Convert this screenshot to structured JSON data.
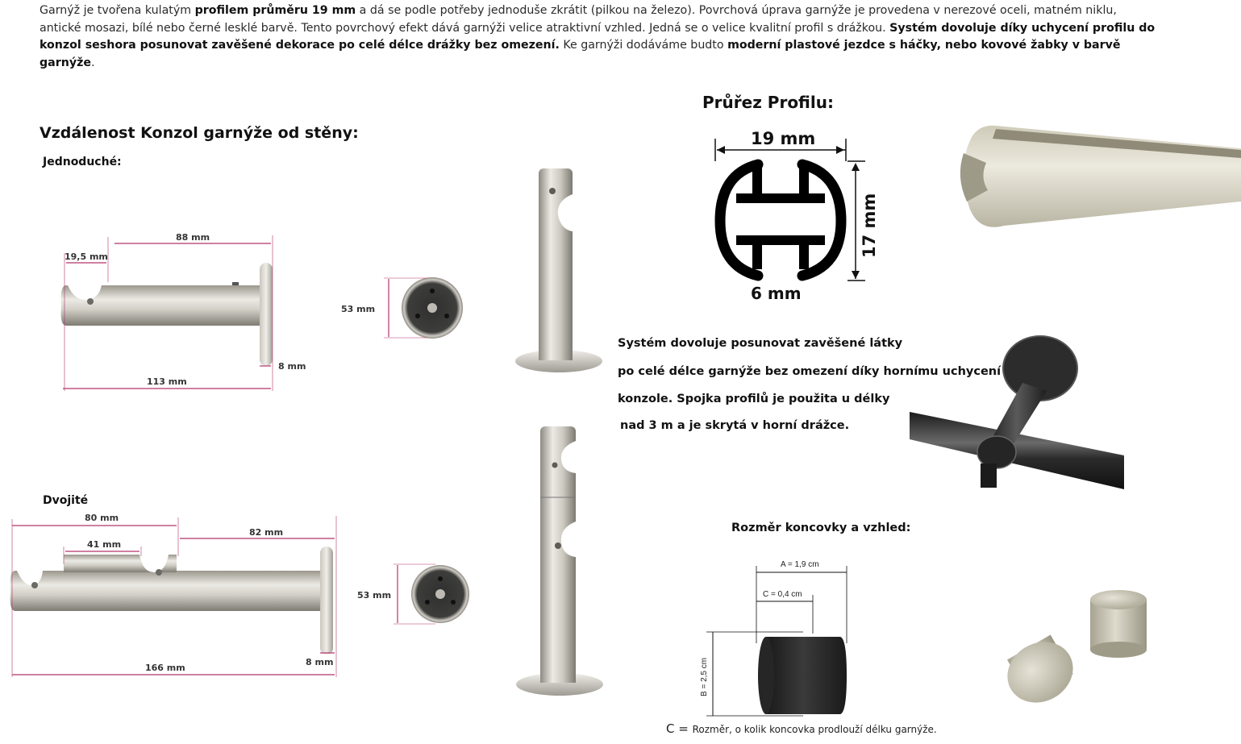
{
  "intro": {
    "s1": "Garnýž je tvořena kulatým ",
    "b1": "profilem průměru 19 mm",
    "s2": " a dá se podle potřeby jednoduše zkrátit (pilkou na železo). Povrchová úprava garnýže je provedena v nerezové oceli, matném niklu, antické mosazi, bílé nebo černé lesklé barvě. Tento povrchový efekt dává garnýži velice atraktivní vzhled. Jedná se o velice kvalitní profil s drážkou. ",
    "b2": "Systém dovoluje díky uchycení profilu do konzol seshora posunovat zavěšené dekorace po celé délce drážky bez omezení.",
    "s3": " Ke garnýži dodáváme budto ",
    "b3": "moderní plastové jezdce s háčky, nebo kovové žabky v barvě garnýže",
    "s4": "."
  },
  "distance_section": {
    "title": "Vzdálenost Konzol garnýže od stěny:",
    "single_label": "Jednoduché:",
    "double_label": "Dvojité"
  },
  "single_bracket": {
    "dim_hook": "19,5 mm",
    "dim_rod": "88 mm",
    "dim_total": "113 mm",
    "dim_plate": "8 mm",
    "dim_diameter": "53 mm"
  },
  "double_bracket": {
    "dim_outer": "80 mm",
    "dim_inner": "41 mm",
    "dim_rod": "82 mm",
    "dim_total": "166 mm",
    "dim_plate": "8 mm",
    "dim_diameter": "53 mm"
  },
  "profile_section": {
    "title": "Průřez Profilu:",
    "dim_width": "19 mm",
    "dim_height": "17 mm",
    "dim_slot": "6 mm"
  },
  "system_text": {
    "line1": "Systém dovoluje posunovat zavěšené látky",
    "line2": "po celé délce garnýže bez omezení díky hornímu uchycení",
    "line3": "konzole. Spojka profilů je použita u délky",
    "line4": "nad 3 m a je skrytá v horní drážce."
  },
  "endcap_section": {
    "title": "Rozměr koncovky a vzhled:",
    "dim_a": "A = 1,9 cm",
    "dim_c": "C = 0,4 cm",
    "dim_b": "B = 2,5 cm",
    "foot_prefix": "C = ",
    "foot_text": "Rozměr, o kolik koncovka prodlouží délku garnýže."
  },
  "colors": {
    "dimension_accent": "#b5336a",
    "metal_light": "#e4e2dc",
    "metal_dark": "#8d8a82",
    "black_finish": "#2b2b2b"
  }
}
